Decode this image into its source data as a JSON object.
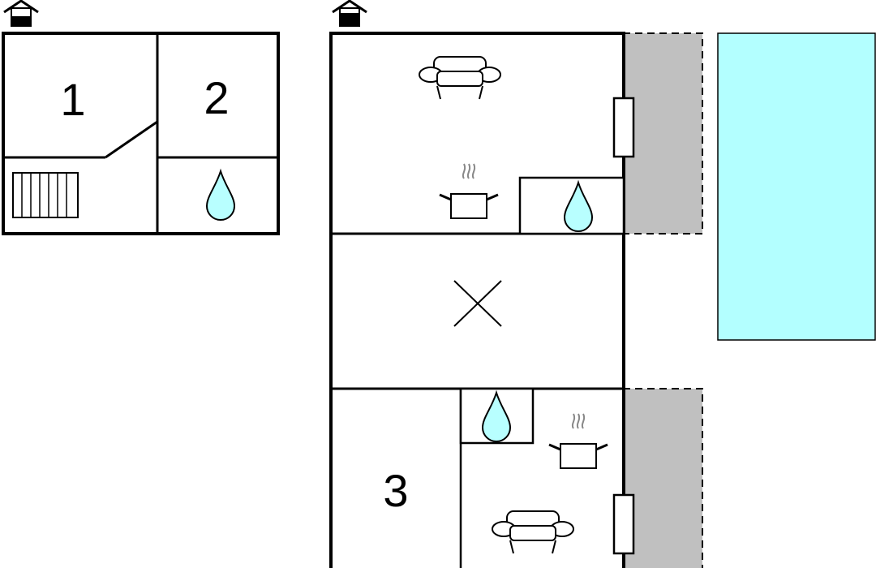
{
  "floors": [
    {
      "level": "upper",
      "icon": "house-floor-upper-icon"
    },
    {
      "level": "ground",
      "icon": "house-floor-ground-icon"
    }
  ],
  "rooms": {
    "r1": "1",
    "r2": "2",
    "r3": "3"
  },
  "colors": {
    "wall": "#000000",
    "water": "#b8ffff",
    "terrace": "#c0c0c0",
    "pool": "#b3ffff"
  },
  "legend_icons": [
    "sofa-icon",
    "cooking-pot-icon",
    "water-drop-icon",
    "stairs-icon",
    "window-icon",
    "x-mark-icon"
  ]
}
